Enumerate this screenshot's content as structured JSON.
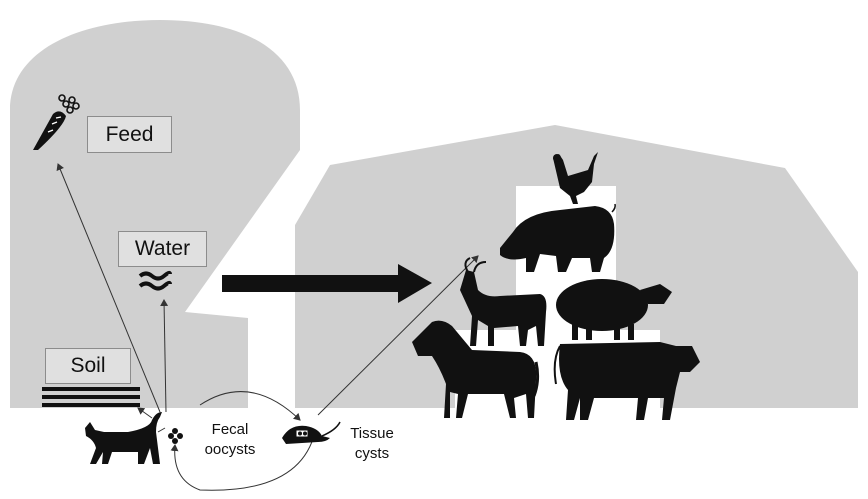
{
  "labels": {
    "feed": "Feed",
    "water": "Water",
    "soil": "Soil",
    "fecal_line1": "Fecal",
    "fecal_line2": "oocysts",
    "tissue_line1": "Tissue",
    "tissue_line2": "cysts"
  },
  "icons": [
    "carrot-icon",
    "water-wave-icon",
    "soil-layers-icon",
    "cat-icon",
    "oocysts-icon",
    "mouse-icon",
    "chicken-icon",
    "pig-icon",
    "goat-icon",
    "sheep-icon",
    "horse-icon",
    "cow-icon"
  ],
  "colors": {
    "building": "#d0d0d0",
    "silhouette": "#111111",
    "arrow": "#111111",
    "label_box": "#e0e0e0",
    "label_border": "#8c8c8c"
  }
}
